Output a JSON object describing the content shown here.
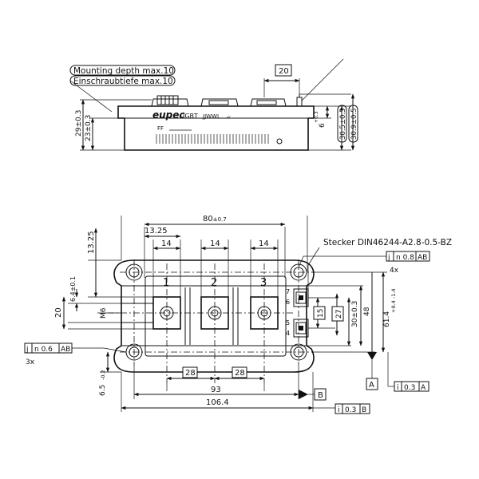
{
  "side_view": {
    "note_mount_en": "Mounting depth max.10",
    "note_mount_de": "Einschraubtiefe max.10",
    "brand": "eupec",
    "type_label": "IGBT",
    "date_code": "JJWWL",
    "mark": "FF",
    "dim_20": "20",
    "dim_29": "29±0.3",
    "dim_23": "23±0.3",
    "dim_6": "6",
    "dim_6_tol": "+0.3",
    "dim_305": "30.5±0.5",
    "dim_309": "30.9±0.5"
  },
  "top_view": {
    "dim_80": "80",
    "dim_80_tol": "±0.7",
    "dim_1325a": "13.25",
    "dim_1325b": "13.25",
    "dim_14a": "14",
    "dim_14b": "14",
    "dim_14c": "14",
    "connector_note": "Stecker DIN46244-A2.8-0.5-BZ",
    "terminal_1": "1",
    "terminal_2": "2",
    "terminal_3": "3",
    "dim_64": "6.4±0.1",
    "dim_20v": "20",
    "thread": "M6",
    "pin_7": "7",
    "pin_6": "6",
    "pin_5": "5",
    "pin_4": "4",
    "dim_15": "15",
    "dim_27": "27",
    "dim_30": "30±0.3",
    "dim_48": "48",
    "dim_614": "61.4",
    "dim_614_tol": "+0.4 -1.4",
    "dim_28a": "28",
    "dim_28b": "28",
    "dim_93": "93",
    "dim_65": "6.5",
    "dim_65_tol": "-0.2",
    "dim_1064": "106.4",
    "tol_flat": {
      "sym": "j",
      "val": "n 0.8",
      "ref": "AB"
    },
    "tol_count_a": "4x",
    "tol_holes": {
      "sym": "j",
      "val": "n 0.6",
      "ref": "AB"
    },
    "tol_count_b": "3x",
    "datum_a": "A",
    "datum_b": "B",
    "tol_a": {
      "sym": "i",
      "val": "0.3",
      "ref": "A"
    },
    "tol_b": {
      "sym": "i",
      "val": "0.3",
      "ref": "B"
    }
  }
}
